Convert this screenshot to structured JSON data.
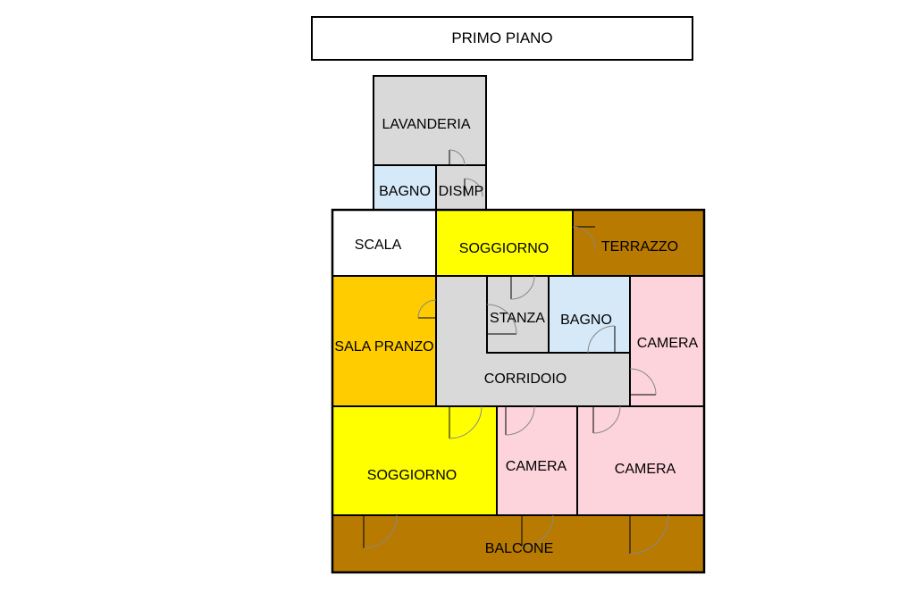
{
  "title": "PRIMO PIANO",
  "colors": {
    "gray": "#d9d9d9",
    "light_blue": "#d6e9f8",
    "yellow": "#ffff00",
    "orange": "#ffcc00",
    "brown": "#b87a00",
    "pink": "#fdd3dc",
    "white": "#ffffff",
    "wall": "#000000"
  },
  "rooms": {
    "lavanderia": "LAVANDERIA",
    "bagno_top": "BAGNO",
    "disimpegno": "DISMP",
    "scala": "SCALA",
    "soggiorno_top": "SOGGIORNO",
    "terrazzo": "TERRAZZO",
    "stanza": "STANZA",
    "bagno_mid": "BAGNO",
    "camera_right": "CAMERA",
    "sala_pranzo": "SALA PRANZO",
    "corridoio": "CORRIDOIO",
    "soggiorno_bottom": "SOGGIORNO",
    "camera_mid": "CAMERA",
    "camera_bottom_right": "CAMERA",
    "balcone": "BALCONE"
  }
}
